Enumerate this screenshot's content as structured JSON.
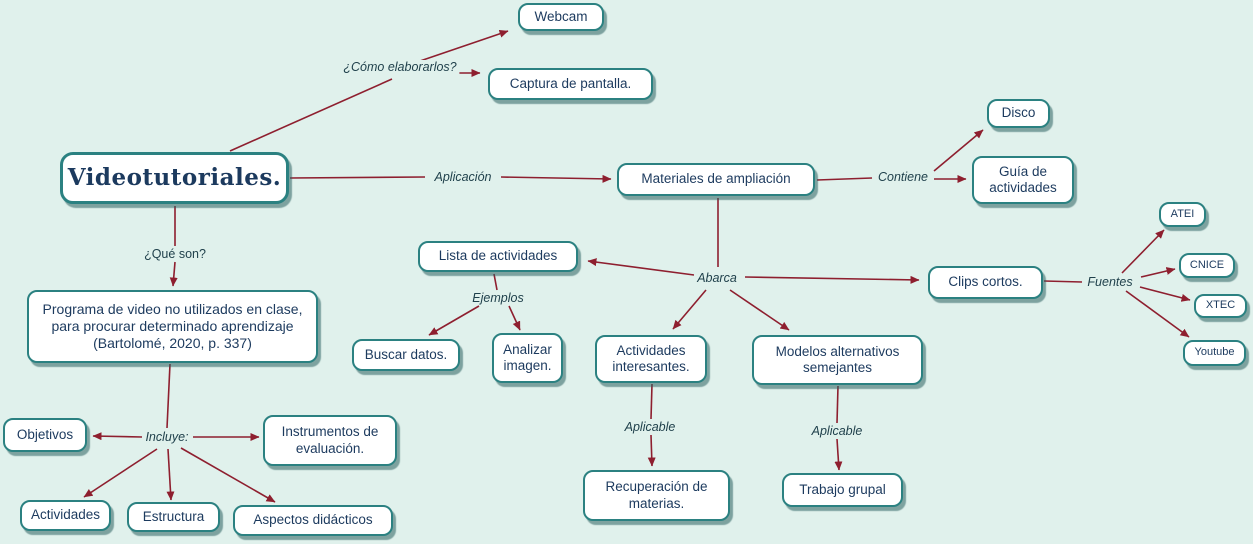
{
  "diagram": {
    "kind": "concept-map",
    "topic": "Videotutoriales."
  },
  "colors": {
    "background": "#E0F1EC",
    "node_fill": "#FFFFFF",
    "node_border": "#2B8181",
    "node_shadow": "#2C6060",
    "node_text": "#1C3A5E",
    "arrow": "#8E1F2F",
    "label_text": "#1E3F4A"
  },
  "nodes": [
    {
      "id": "videotutoriales",
      "label": "Videotutoriales."
    },
    {
      "id": "webcam",
      "label": "Webcam"
    },
    {
      "id": "captura",
      "label": "Captura de pantalla."
    },
    {
      "id": "materiales",
      "label": "Materiales de ampliación"
    },
    {
      "id": "disco",
      "label": "Disco"
    },
    {
      "id": "guia",
      "label": "Guía de actividades"
    },
    {
      "id": "lista",
      "label": "Lista de actividades"
    },
    {
      "id": "clips",
      "label": "Clips cortos."
    },
    {
      "id": "atei",
      "label": "ATEI"
    },
    {
      "id": "cnice",
      "label": "CNICE"
    },
    {
      "id": "xtec",
      "label": "XTEC"
    },
    {
      "id": "youtube",
      "label": "Youtube"
    },
    {
      "id": "programa",
      "label": "Programa de video no utilizados en clase, para procurar determinado aprendizaje (Bartolomé, 2020, p. 337)"
    },
    {
      "id": "buscar",
      "label": "Buscar datos."
    },
    {
      "id": "analizar",
      "label": "Analizar imagen."
    },
    {
      "id": "actividades_interesantes",
      "label": "Actividades interesantes."
    },
    {
      "id": "modelos",
      "label": "Modelos alternativos semejantes"
    },
    {
      "id": "objetivos",
      "label": "Objetivos"
    },
    {
      "id": "instrumentos",
      "label": "Instrumentos de evaluación."
    },
    {
      "id": "actividades",
      "label": "Actividades"
    },
    {
      "id": "estructura",
      "label": "Estructura"
    },
    {
      "id": "aspectos",
      "label": "Aspectos didácticos"
    },
    {
      "id": "recuperacion",
      "label": "Recuperación de materias."
    },
    {
      "id": "trabajo",
      "label": "Trabajo grupal"
    }
  ],
  "edge_labels": [
    {
      "id": "como_elaborarlos",
      "text": "¿Cómo elaborarlos?"
    },
    {
      "id": "aplicacion",
      "text": "Aplicación"
    },
    {
      "id": "contiene",
      "text": "Contiene"
    },
    {
      "id": "que_son",
      "text": "¿Qué son?"
    },
    {
      "id": "abarca",
      "text": "Abarca"
    },
    {
      "id": "ejemplos",
      "text": "Ejemplos"
    },
    {
      "id": "fuentes",
      "text": "Fuentes"
    },
    {
      "id": "incluye",
      "text": "Incluye:"
    },
    {
      "id": "aplicable_recuperacion",
      "text": "Aplicable"
    },
    {
      "id": "aplicable_trabajo",
      "text": "Aplicable"
    }
  ],
  "relations": [
    {
      "from": "Videotutoriales.",
      "label": "¿Cómo elaborarlos?",
      "to": [
        "Webcam",
        "Captura de pantalla."
      ]
    },
    {
      "from": "Videotutoriales.",
      "label": "Aplicación",
      "to": [
        "Materiales de ampliación"
      ]
    },
    {
      "from": "Videotutoriales.",
      "label": "¿Qué son?",
      "to": [
        "Programa de video no utilizados en clase, para procurar determinado aprendizaje (Bartolomé, 2020, p. 337)"
      ]
    },
    {
      "from": "Materiales de ampliación",
      "label": "Contiene",
      "to": [
        "Disco",
        "Guía de actividades"
      ]
    },
    {
      "from": "Materiales de ampliación",
      "label": "Abarca",
      "to": [
        "Lista de actividades",
        "Actividades interesantes.",
        "Modelos alternativos semejantes",
        "Clips cortos."
      ]
    },
    {
      "from": "Lista de actividades",
      "label": "Ejemplos",
      "to": [
        "Buscar datos.",
        "Analizar imagen."
      ]
    },
    {
      "from": "Programa de video no utilizados en clase, para procurar determinado aprendizaje (Bartolomé, 2020, p. 337)",
      "label": "Incluye:",
      "to": [
        "Objetivos",
        "Instrumentos de evaluación.",
        "Actividades",
        "Estructura",
        "Aspectos didácticos"
      ]
    },
    {
      "from": "Actividades interesantes.",
      "label": "Aplicable",
      "to": [
        "Recuperación de materias."
      ]
    },
    {
      "from": "Modelos alternativos semejantes",
      "label": "Aplicable",
      "to": [
        "Trabajo grupal"
      ]
    },
    {
      "from": "Clips cortos.",
      "label": "Fuentes",
      "to": [
        "ATEI",
        "CNICE",
        "XTEC",
        "Youtube"
      ]
    }
  ]
}
